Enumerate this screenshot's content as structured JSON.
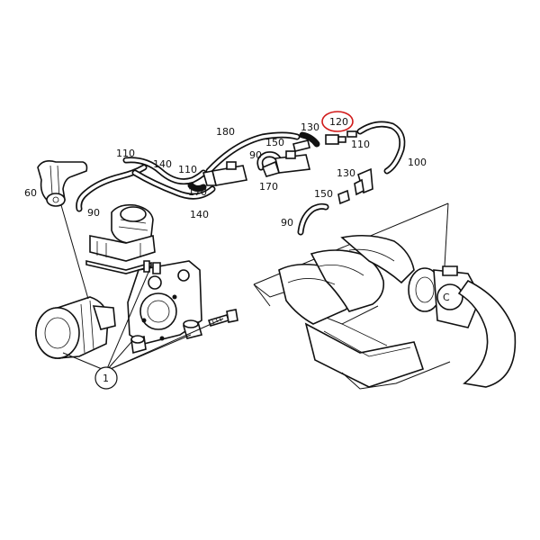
{
  "diagram": {
    "callouts": {
      "c60": "60",
      "c90a": "90",
      "c110a": "110",
      "c140a": "140",
      "c110b": "110",
      "c170a": "170",
      "c140b": "140",
      "c180": "180",
      "c90b": "90",
      "c150a": "150",
      "c170b": "170",
      "c130a": "130",
      "c120": "120",
      "c110c": "110",
      "c100": "100",
      "c130b": "130",
      "c150b": "150",
      "c90c": "90",
      "c1": "1",
      "cC": "C"
    },
    "highlight_color": "#d01818"
  }
}
